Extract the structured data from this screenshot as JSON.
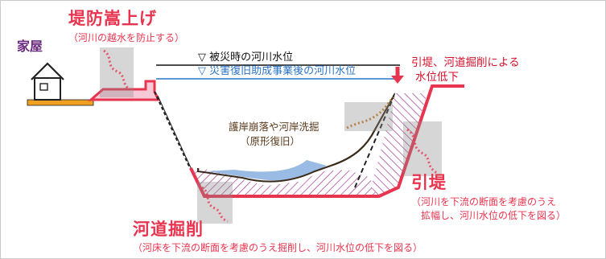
{
  "labels": {
    "house": "家屋",
    "levee_raise_title": "堤防嵩上げ",
    "levee_raise_note": "（河川の越水を防止する）",
    "water_level_disaster": "▽ 被災時の河川水位",
    "water_level_after": "▽ 災害復旧助成事業後の河川水位",
    "lowering_line1": "引堤、河道掘削による",
    "lowering_line2": "水位低下",
    "bank_line1": "護岸崩落や河岸洗掘",
    "bank_line2": "（原形復旧）",
    "setback_title": "引堤",
    "setback_note1": "（河川を下流の断面を考慮のうえ",
    "setback_note2": "拡幅し、河川水位の低下を図る）",
    "excavation_title": "河道掘削",
    "excavation_note": "（河床を下流の断面を考慮のうえ掘削し、河川水位の低下を図る）"
  },
  "colors": {
    "accent_red": "#e8354f",
    "ground_orange": "#f0a020",
    "water_blue": "#8fb4e0",
    "hatch_purple": "#9b2a8c",
    "water_line_blue": "#2a73c5",
    "purple_text": "#6a2a7e"
  }
}
